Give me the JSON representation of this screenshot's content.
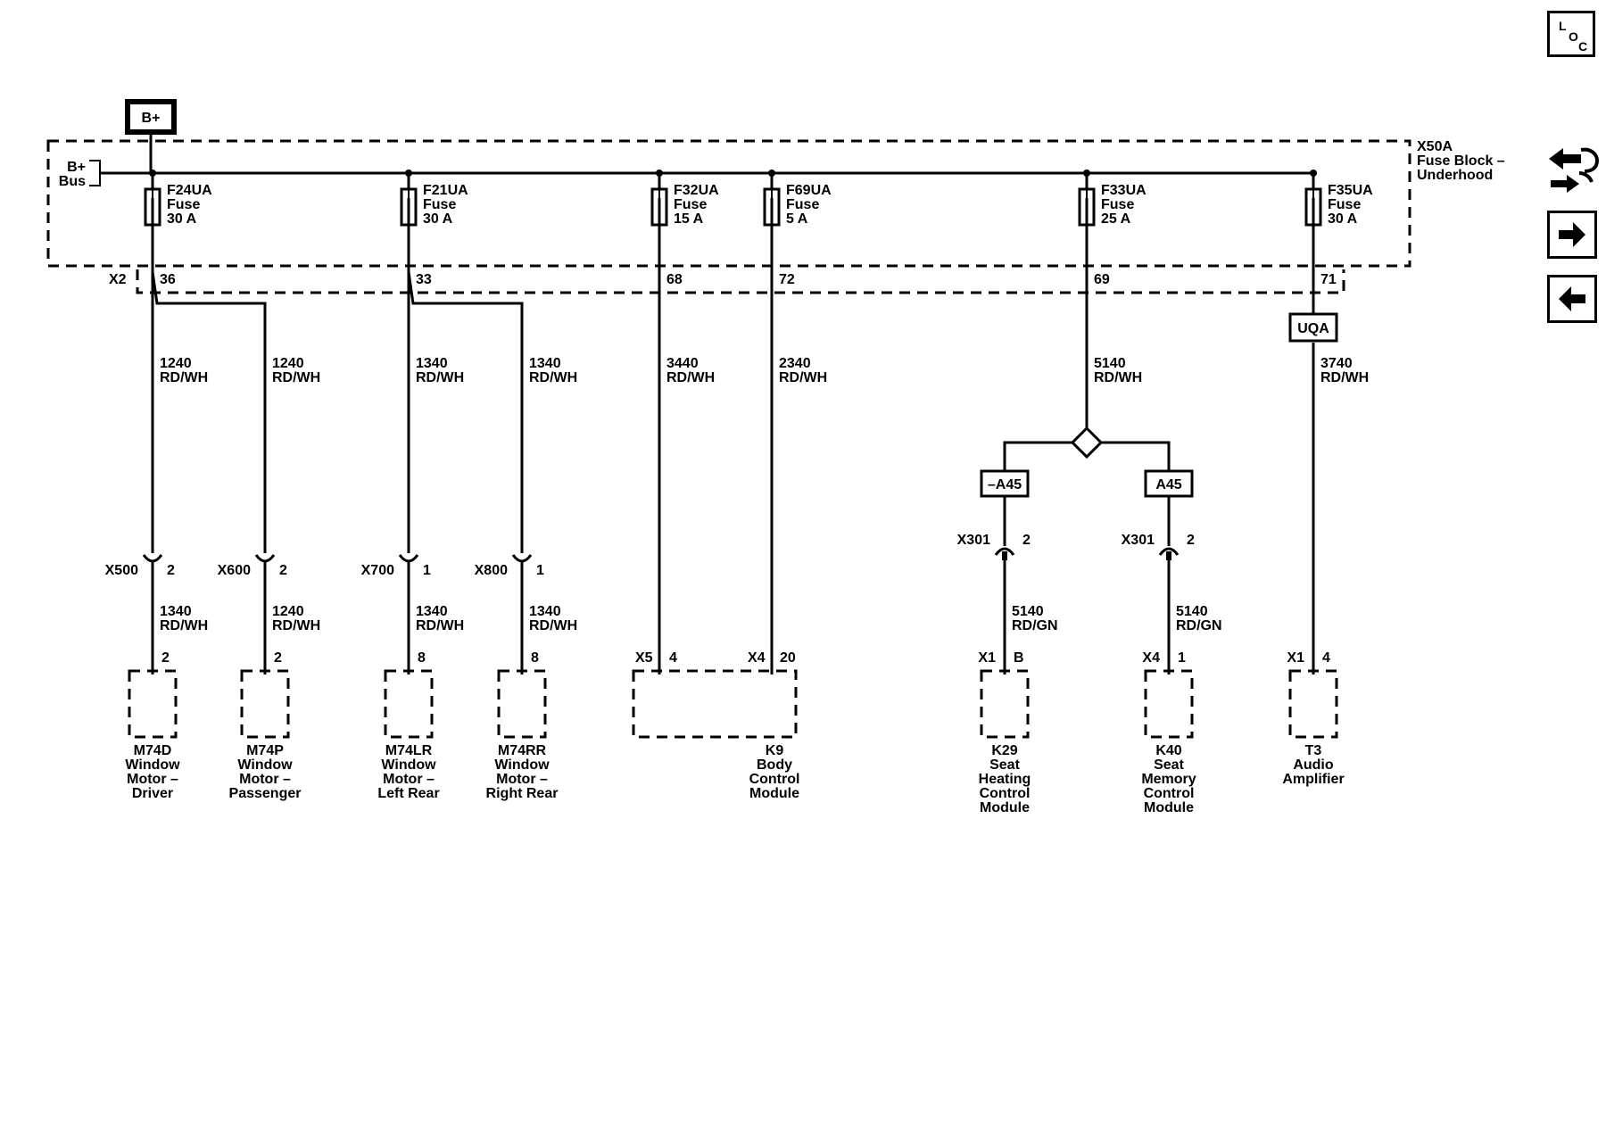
{
  "diagram": {
    "power_label": "B+",
    "bus_label_1": "B+",
    "bus_label_2": "Bus",
    "fuse_block": {
      "line1": "X50A",
      "line2": "Fuse Block –",
      "line3": "Underhood"
    },
    "fuse_connector": "X2",
    "fuses": [
      {
        "id": "F24UA",
        "type": "Fuse",
        "rating": "30 A",
        "pin": "36"
      },
      {
        "id": "F21UA",
        "type": "Fuse",
        "rating": "30 A",
        "pin": "33"
      },
      {
        "id": "F32UA",
        "type": "Fuse",
        "rating": "15 A",
        "pin": "68"
      },
      {
        "id": "F69UA",
        "type": "Fuse",
        "rating": "5 A",
        "pin": "72"
      },
      {
        "id": "F33UA",
        "type": "Fuse",
        "rating": "25 A",
        "pin": "69"
      },
      {
        "id": "F35UA",
        "type": "Fuse",
        "rating": "30 A",
        "pin": "71"
      }
    ],
    "uqa_label": "UQA",
    "options": {
      "left": "–A45",
      "right": "A45"
    },
    "wires": [
      {
        "circuit": "1240",
        "color": "RD/WH"
      },
      {
        "circuit": "1240",
        "color": "RD/WH"
      },
      {
        "circuit": "1340",
        "color": "RD/WH"
      },
      {
        "circuit": "1340",
        "color": "RD/WH"
      },
      {
        "circuit": "3440",
        "color": "RD/WH"
      },
      {
        "circuit": "2340",
        "color": "RD/WH"
      },
      {
        "circuit": "5140",
        "color": "RD/WH"
      },
      {
        "circuit": "3740",
        "color": "RD/WH"
      }
    ],
    "inline_connectors": [
      {
        "id": "X500",
        "pin": "2"
      },
      {
        "id": "X600",
        "pin": "2"
      },
      {
        "id": "X700",
        "pin": "1"
      },
      {
        "id": "X800",
        "pin": "1"
      },
      {
        "id": "X301",
        "pin": "2"
      },
      {
        "id": "X301",
        "pin": "2"
      }
    ],
    "lower_wires": [
      {
        "circuit": "1340",
        "color": "RD/WH"
      },
      {
        "circuit": "1240",
        "color": "RD/WH"
      },
      {
        "circuit": "1340",
        "color": "RD/WH"
      },
      {
        "circuit": "1340",
        "color": "RD/WH"
      },
      {
        "circuit": "5140",
        "color": "RD/GN"
      },
      {
        "circuit": "5140",
        "color": "RD/GN"
      }
    ],
    "components": [
      {
        "pin": "2",
        "conn": "",
        "name": [
          "M74D",
          "Window",
          "Motor –",
          "Driver"
        ]
      },
      {
        "pin": "2",
        "conn": "",
        "name": [
          "M74P",
          "Window",
          "Motor –",
          "Passenger"
        ]
      },
      {
        "pin": "8",
        "conn": "",
        "name": [
          "M74LR",
          "Window",
          "Motor –",
          "Left Rear"
        ]
      },
      {
        "pin": "8",
        "conn": "",
        "name": [
          "M74RR",
          "Window",
          "Motor –",
          "Right Rear"
        ]
      },
      {
        "pin": "",
        "conn": "",
        "name": [
          "K9",
          "Body",
          "Control",
          "Module"
        ]
      },
      {
        "pin": "B",
        "conn": "X1",
        "name": [
          "K29",
          "Seat",
          "Heating",
          "Control",
          "Module"
        ]
      },
      {
        "pin": "1",
        "conn": "X4",
        "name": [
          "K40",
          "Seat",
          "Memory",
          "Control",
          "Module"
        ]
      },
      {
        "pin": "4",
        "conn": "X1",
        "name": [
          "T3",
          "Audio",
          "Amplifier"
        ]
      }
    ],
    "k9_pins": [
      {
        "conn": "X5",
        "pin": "4"
      },
      {
        "conn": "X4",
        "pin": "20"
      }
    ]
  },
  "sidebar": {
    "loc_button": {
      "letters": [
        "L",
        "O",
        "C"
      ],
      "icon": "location-icon"
    },
    "connector_icon": "connector-tool-icon",
    "next_icon": "arrow-right-icon",
    "prev_icon": "arrow-left-icon"
  }
}
